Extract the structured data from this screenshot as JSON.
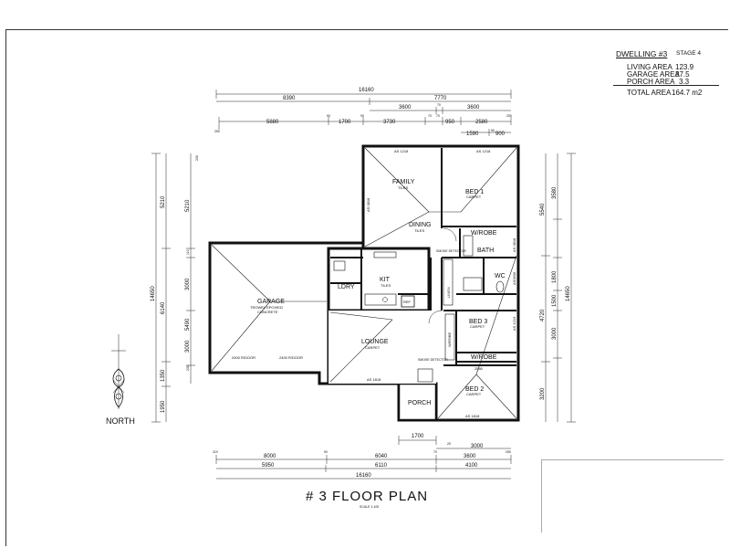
{
  "title_block": {
    "dwelling": "DWELLING #3",
    "stage": "STAGE 4",
    "lines": [
      {
        "label": "LIVING AREA",
        "value": "123.9"
      },
      {
        "label": "GARAGE AREA",
        "value": "37.5"
      },
      {
        "label": "PORCH AREA",
        "value": "3.3"
      }
    ],
    "total_label": "TOTAL AREA",
    "total_value": "164.7 m2"
  },
  "rooms": {
    "family": "FAMILY",
    "family_sub": "TILES",
    "dining": "DINING",
    "dining_sub": "TILES",
    "bed1": "BED 1",
    "bed1_sub": "CARPET",
    "wrobe1": "W/ROBE",
    "bath": "BATH",
    "wc": "WC",
    "linen": "LINEN",
    "kit": "KIT",
    "kit_sub": "TILES",
    "ldry": "LDRY",
    "ref": "REF",
    "garage": "GARAGE",
    "garage_sub1": "TROWEL EPOXIED",
    "garage_sub2": "CONCRETE",
    "rdoor1": "2400 R/DOOR",
    "rdoor2": "2400 R/DOOR",
    "lounge": "LOUNGE",
    "lounge_sub": "CARPET",
    "bed3": "BED 3",
    "bed3_sub": "CARPET",
    "wrobe2": "W/ROBE",
    "wrobe3": "W/ROBE",
    "bed2": "BED 2",
    "bed2_sub": "CARPET",
    "porch": "PORCH",
    "smoke1": "SMOKE DETECTOR",
    "smoke2": "SMOKE DETECTOR",
    "dim_2580": "2580"
  },
  "windows": {
    "top1": "AS 1218",
    "top2": "AS 1218",
    "right1": "AS 0818",
    "right2": "AS0606",
    "right3": "AS 1213",
    "bottom1": "AS 1818",
    "bottom2": "AS 1818",
    "left1": "AS 0818"
  },
  "dimensions": {
    "top_overall": "16160",
    "top_row2": [
      "8390",
      "7770"
    ],
    "top_row3": [
      "3600",
      "70",
      "3600"
    ],
    "top_row4": [
      "5880",
      "90",
      "1700",
      "90",
      "3730",
      "70",
      "70",
      "950",
      "2580",
      "250",
      "250"
    ],
    "top_row5": [
      "1590",
      "90",
      "900"
    ],
    "bottom_row1": [
      "119",
      "8000",
      "90",
      "6040",
      "70",
      "3600",
      "250"
    ],
    "bottom_row2": [
      "5950",
      "6110",
      "4100"
    ],
    "bottom_overall": "16160",
    "bottom_porch": "1700",
    "bottom_extra": [
      "20",
      "3000"
    ],
    "left_outer": "14650",
    "left_mid": [
      "5210",
      "6140",
      "1350",
      "1950"
    ],
    "left_inner": [
      "5210",
      "110",
      "3000",
      "5490",
      "3000",
      "230",
      "230"
    ],
    "right_outer": "14650",
    "right_mid": [
      "5540",
      "4720",
      "3200"
    ],
    "right_inner": [
      "3580",
      "1800",
      "1500",
      "3000"
    ]
  },
  "north_label": "NORTH",
  "plan_title": "# 3 FLOOR PLAN",
  "scale_label": "SCALE 1:100"
}
